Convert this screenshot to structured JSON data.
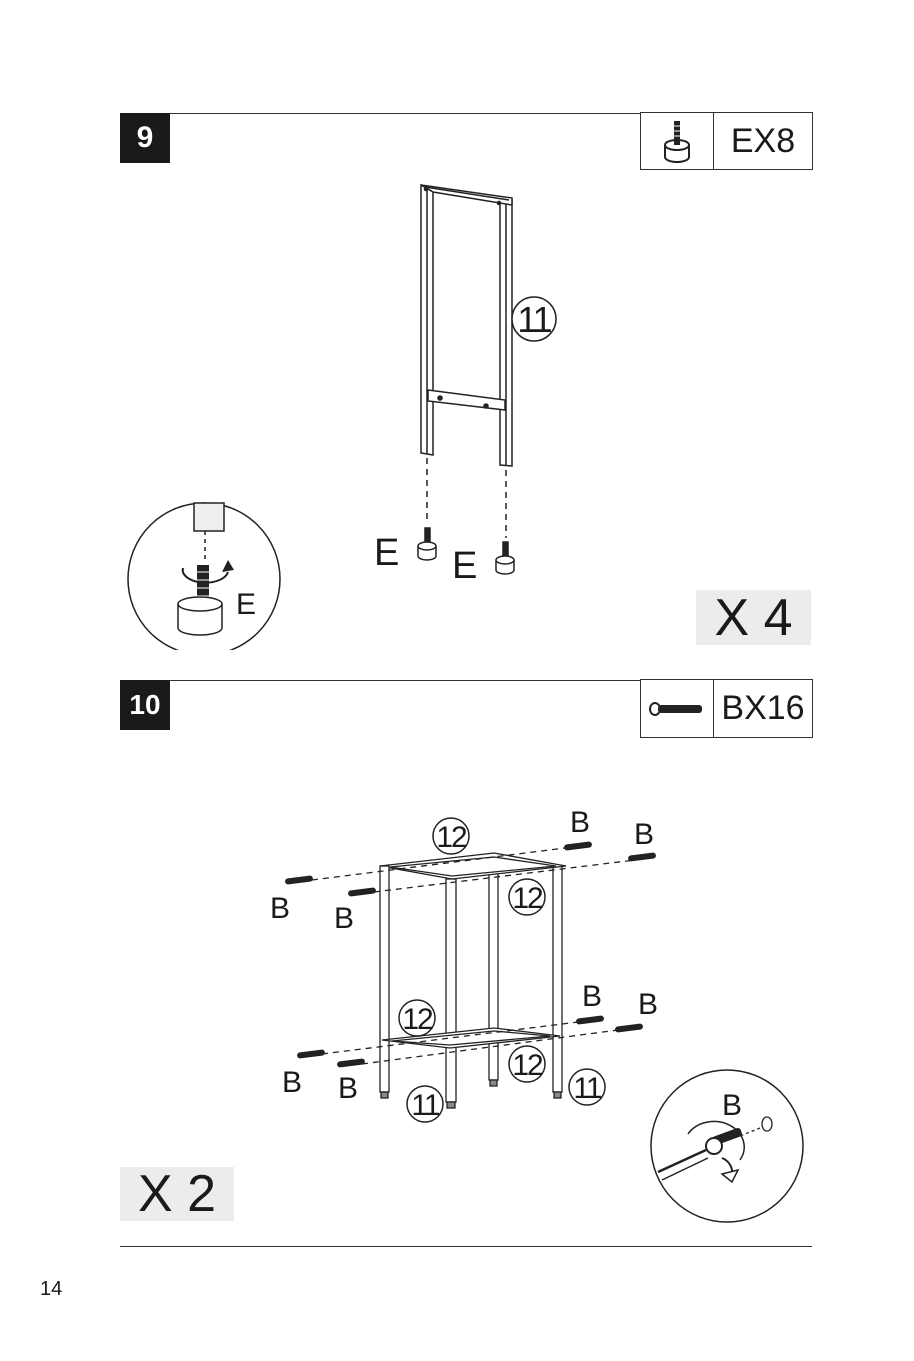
{
  "step9": {
    "number": "9",
    "parts_code": "EX8",
    "parts_icon": "leveling-foot-icon",
    "frame_label": "11",
    "part_labels": [
      "E",
      "E"
    ],
    "detail_label": "E",
    "quantity": "X 4"
  },
  "step10": {
    "number": "10",
    "parts_code": "BX16",
    "parts_icon": "bolt-icon",
    "side_frame_label": "11",
    "crossbar_label": "12",
    "bolt_label": "B",
    "detail_label": "B",
    "quantity": "X 2"
  },
  "page_number": "14"
}
